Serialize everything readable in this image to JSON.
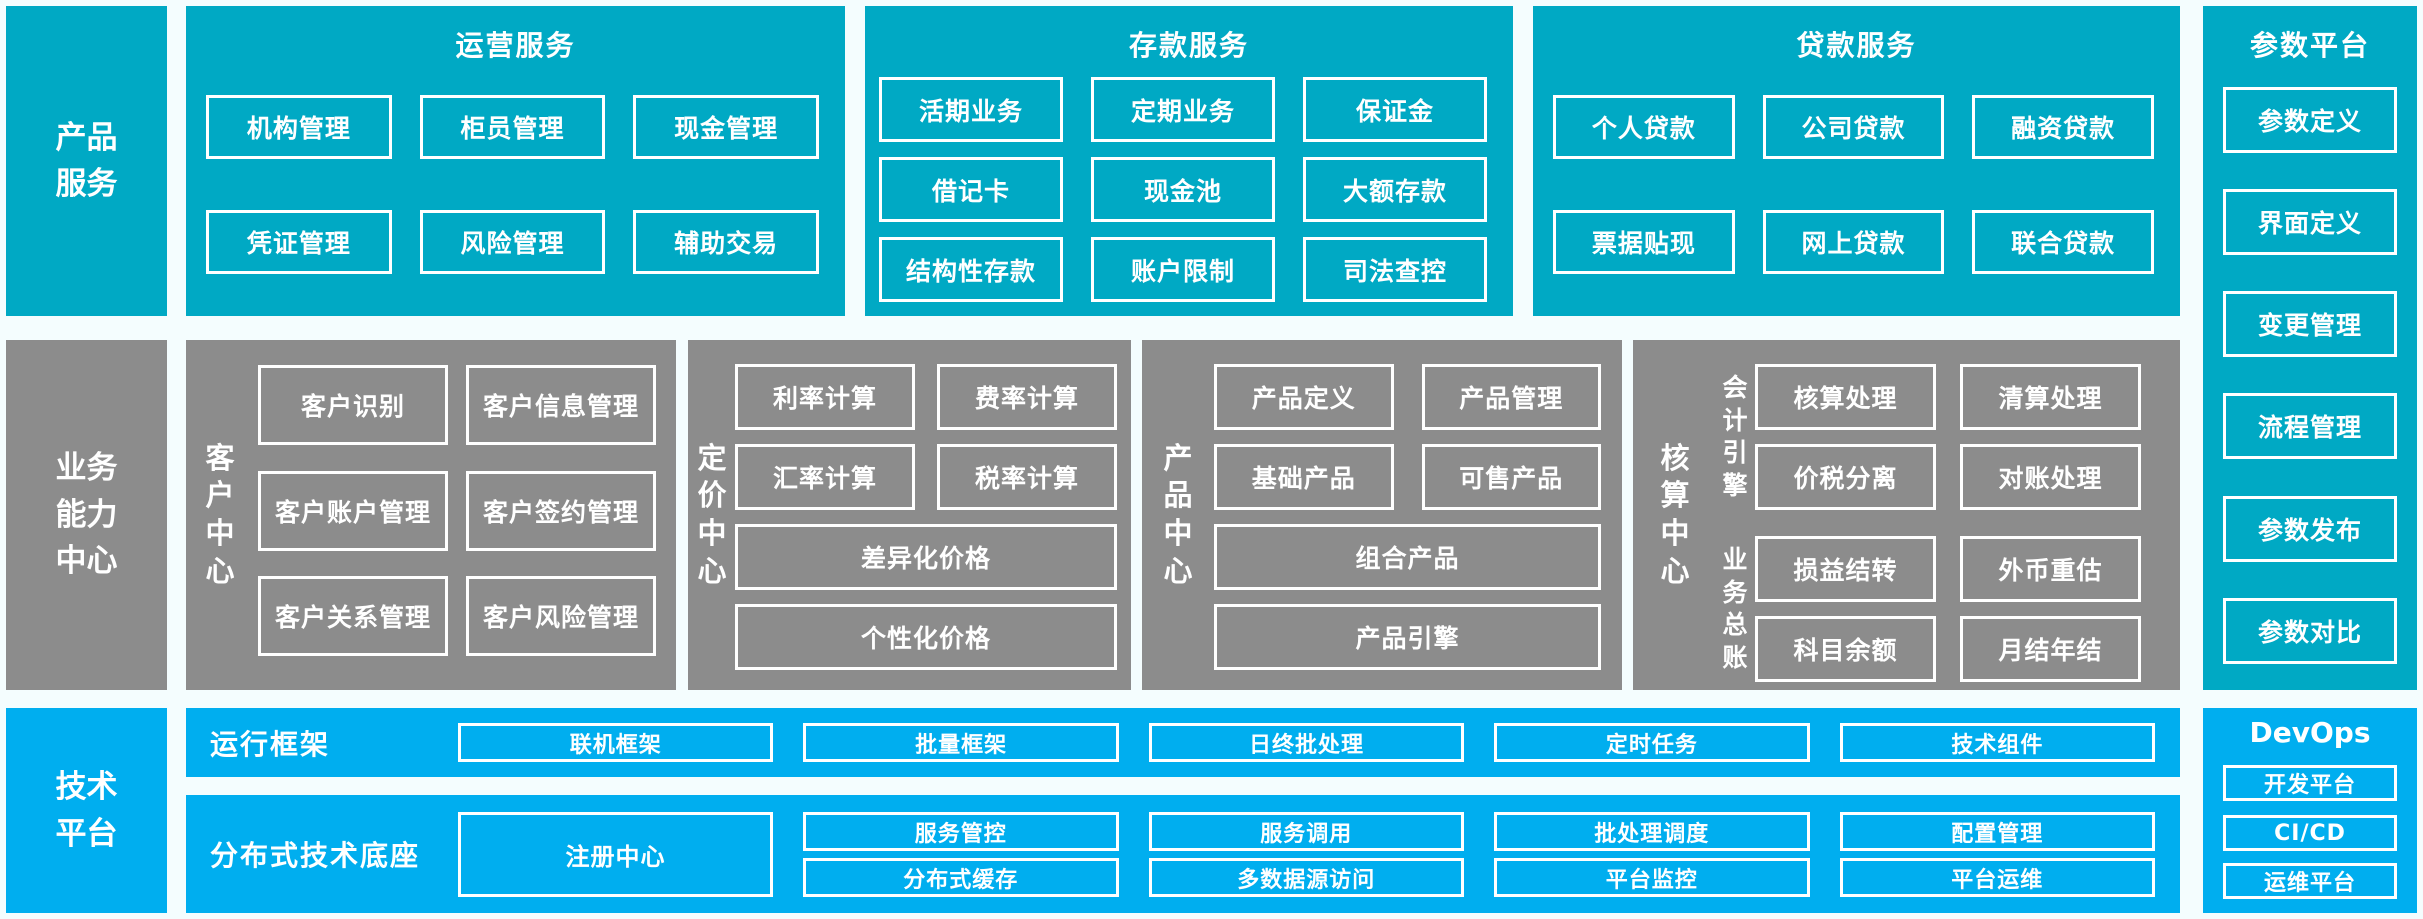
{
  "colors": {
    "teal": "#00a9c4",
    "gray": "#8c8c8c",
    "blue": "#00aeef",
    "background": "#f4fdfe",
    "text": "#ffffff"
  },
  "sidebar": {
    "product": "产品服务",
    "business": "业务能力中心",
    "tech": "技术平台"
  },
  "operation": {
    "title": "运营服务",
    "boxes": [
      "机构管理",
      "柜员管理",
      "现金管理",
      "凭证管理",
      "风险管理",
      "辅助交易"
    ]
  },
  "deposit": {
    "title": "存款服务",
    "boxes": [
      "活期业务",
      "定期业务",
      "保证金",
      "借记卡",
      "现金池",
      "大额存款",
      "结构性存款",
      "账户限制",
      "司法查控"
    ]
  },
  "loan": {
    "title": "贷款服务",
    "boxes": [
      "个人贷款",
      "公司贷款",
      "融资贷款",
      "票据贴现",
      "网上贷款",
      "联合贷款"
    ]
  },
  "params": {
    "title": "参数平台",
    "boxes": [
      "参数定义",
      "界面定义",
      "变更管理",
      "流程管理",
      "参数发布",
      "参数对比"
    ]
  },
  "customer": {
    "label": "客户中心",
    "boxes": [
      "客户识别",
      "客户信息管理",
      "客户账户管理",
      "客户签约管理",
      "客户关系管理",
      "客户风险管理"
    ]
  },
  "pricing": {
    "label": "定价中心",
    "boxes": [
      "利率计算",
      "费率计算",
      "汇率计算",
      "税率计算"
    ],
    "wide_boxes": [
      "差异化价格",
      "个性化价格"
    ]
  },
  "product_center": {
    "label": "产品中心",
    "boxes": [
      "产品定义",
      "产品管理",
      "基础产品",
      "可售产品"
    ],
    "wide_boxes": [
      "组合产品",
      "产品引擎"
    ]
  },
  "accounting": {
    "label": "核算中心",
    "engine_label": "会计引擎",
    "ledger_label": "业务总账",
    "engine_boxes": [
      "核算处理",
      "清算处理",
      "价税分离",
      "对账处理"
    ],
    "ledger_boxes": [
      "损益结转",
      "外币重估",
      "科目余额",
      "月结年结"
    ]
  },
  "runtime": {
    "label": "运行框架",
    "boxes": [
      "联机框架",
      "批量框架",
      "日终批处理",
      "定时任务",
      "技术组件"
    ]
  },
  "distributed": {
    "label": "分布式技术底座",
    "registry": "注册中心",
    "row1": [
      "服务管控",
      "服务调用",
      "批处理调度",
      "配置管理"
    ],
    "row2": [
      "分布式缓存",
      "多数据源访问",
      "平台监控",
      "平台运维"
    ]
  },
  "devops": {
    "title": "DevOps",
    "boxes": [
      "开发平台",
      "CI/CD",
      "运维平台"
    ]
  }
}
